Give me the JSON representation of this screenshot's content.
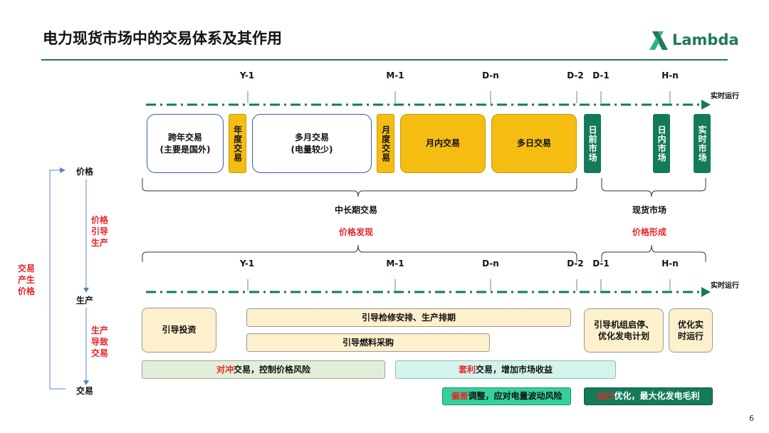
{
  "title": "电力现货市场中的交易体系及其作用",
  "logo": {
    "text": "Lambda",
    "icon": "lambda-logo-icon",
    "color": "#1f7a58"
  },
  "page_number": "6",
  "timeline": {
    "ticks": [
      "Y-1",
      "M-1",
      "D-n",
      "D-2",
      "D-1",
      "H-n"
    ],
    "end_label": "实时运行"
  },
  "top_boxes": {
    "cross_year": {
      "line1": "跨年交易",
      "line2": "(主要是国外)"
    },
    "annual": "年度交易",
    "multi_month": {
      "line1": "多月交易",
      "line2": "(电量较少)"
    },
    "monthly": "月度交易",
    "intra_month": "月内交易",
    "multi_day": "多日交易",
    "day_ahead": "日前市场",
    "intraday": "日内市场",
    "realtime": "实时市场"
  },
  "groups": {
    "mid_long": "中长期交易",
    "spot": "现货市场",
    "price_discovery": "价格发现",
    "price_formation": "价格形成"
  },
  "left_axis": {
    "price": "价格",
    "production": "生产",
    "trading": "交易",
    "price_guides_production": "价格引导生产",
    "production_leads_trading": "生产导致交易",
    "trading_creates_price": "交易产生价格"
  },
  "bottom_boxes": {
    "guide_investment": "引导投资",
    "guide_maintenance": "引导检修安排、生产排期",
    "guide_fuel": "引导燃料采购",
    "guide_units": {
      "line1": "引导机组启停、",
      "line2": "优化发电计划"
    },
    "optimize_realtime": {
      "line1": "优化实",
      "line2": "时运行"
    },
    "hedge": {
      "highlight": "对冲",
      "rest": "交易，控制价格风险"
    },
    "arbitrage": {
      "highlight": "套利",
      "rest": "交易，增加市场收益"
    },
    "deviation": {
      "highlight": "偏差",
      "rest": "调整，应对电量波动风险"
    },
    "operation": {
      "highlight": "运行",
      "rest": "优化，最大化发电毛利"
    }
  },
  "colors": {
    "brand_green": "#1f7a58",
    "dark_green": "#137a5a",
    "gold": "#f5bd12",
    "red": "#e8242b",
    "outline_blue": "#3a5fa0"
  }
}
